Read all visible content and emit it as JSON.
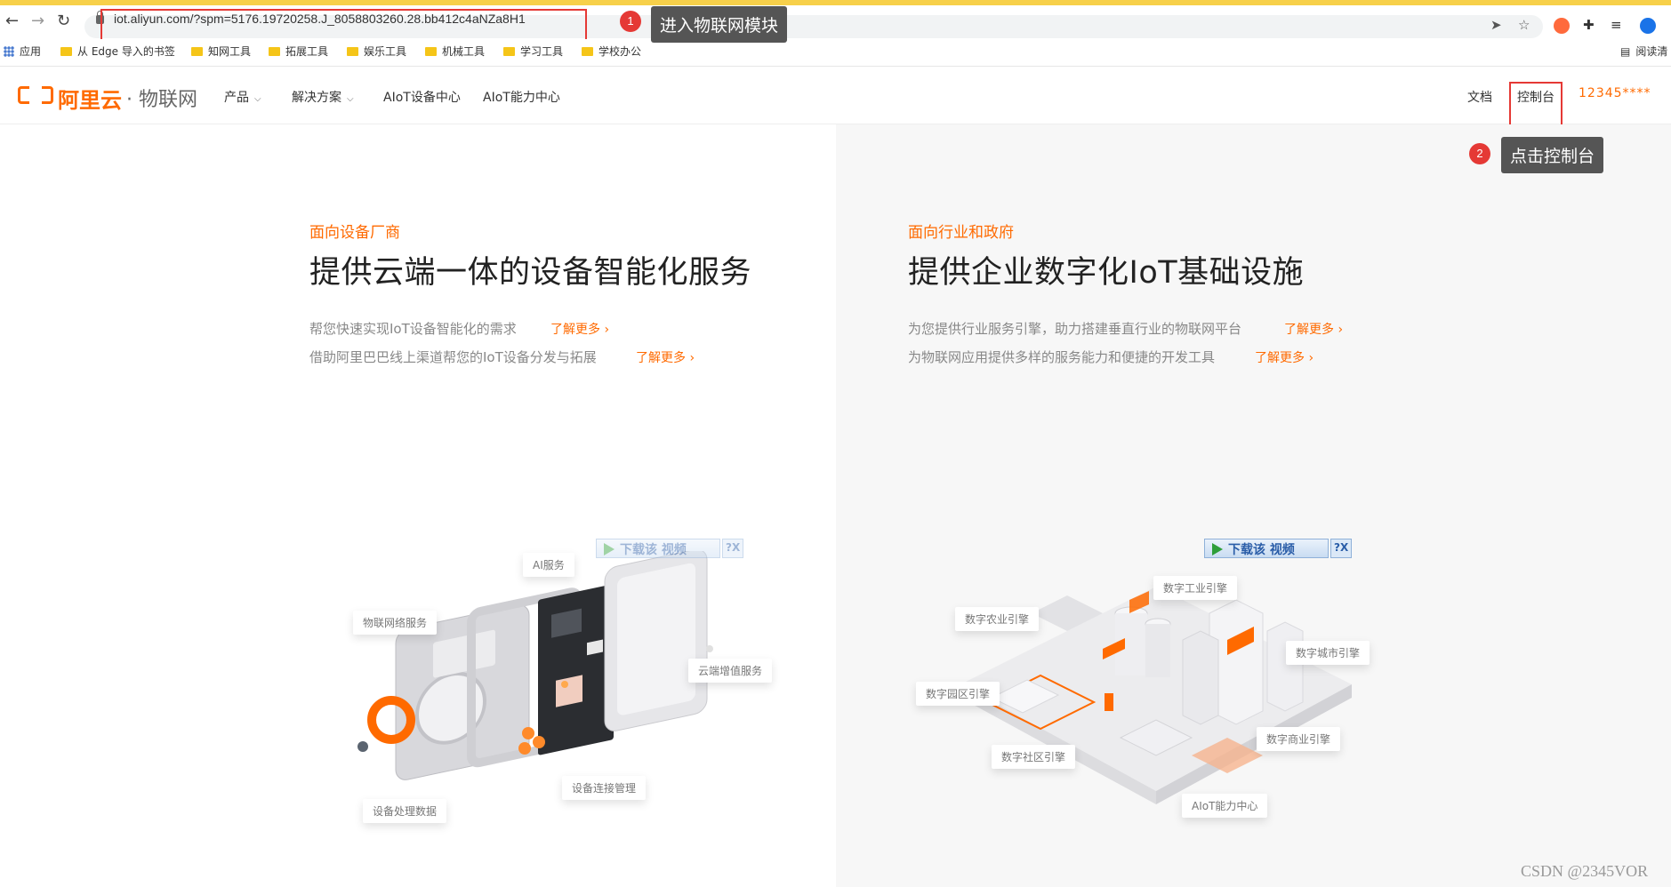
{
  "browser": {
    "url": "iot.aliyun.com/?spm=5176.19720258.J_8058803260.28.bb412c4aNZa8H1",
    "bookmarks": [
      "应用",
      "从 Edge 导入的书签",
      "知网工具",
      "拓展工具",
      "娱乐工具",
      "机械工具",
      "学习工具",
      "学校办公"
    ],
    "reading_list": "阅读清"
  },
  "annotations": {
    "step1_number": "1",
    "step1_text": "进入物联网模块",
    "step2_number": "2",
    "step2_text": "点击控制台"
  },
  "header": {
    "logo_brand": "阿里云",
    "logo_product": "· 物联网",
    "nav": [
      "产品",
      "解决方案",
      "AIoT设备中心",
      "AIoT能力中心"
    ],
    "docs": "文档",
    "console": "控制台",
    "user": "12345****"
  },
  "hero_left": {
    "kicker": "面向设备厂商",
    "title": "提供云端一体的设备智能化服务",
    "line1": "帮您快速实现IoT设备智能化的需求",
    "line2": "借助阿里巴巴线上渠道帮您的IoT设备分发与拓展",
    "more": "了解更多 ›",
    "chips": [
      "AI服务",
      "物联网络服务",
      "云端增值服务",
      "设备连接管理",
      "设备处理数据"
    ]
  },
  "hero_right": {
    "kicker": "面向行业和政府",
    "title": "提供企业数字化IoT基础设施",
    "line1": "为您提供行业服务引擎，助力搭建垂直行业的物联网平台",
    "line2": "为物联网应用提供多样的服务能力和便捷的开发工具",
    "more": "了解更多 ›",
    "chips": [
      "数字工业引擎",
      "数字农业引擎",
      "数字城市引擎",
      "数字园区引擎",
      "数字商业引擎",
      "数字社区引擎",
      "AIoT能力中心"
    ]
  },
  "video_overlay": {
    "label": "下载该 视频",
    "help": "?",
    "close": "X"
  },
  "watermark": "CSDN @2345VOR",
  "colors": {
    "brand": "#ff6a00",
    "annotation_red": "#e53935",
    "tooltip_bg": "#555555"
  }
}
